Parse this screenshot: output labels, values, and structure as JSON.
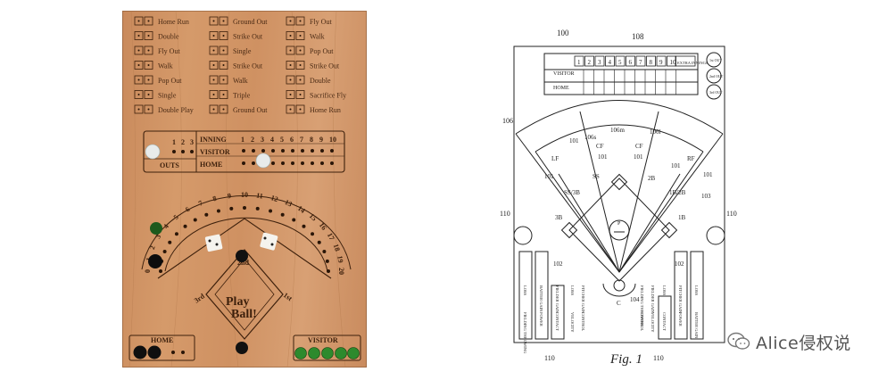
{
  "board": {
    "dice_col1": [
      "Home Run",
      "Double",
      "Fly Out",
      "Walk",
      "Pop Out",
      "Single",
      "Double Play"
    ],
    "dice_col2": [
      "Ground Out",
      "Strike Out",
      "Single",
      "Strike Out",
      "Walk",
      "Triple",
      "Ground Out"
    ],
    "dice_col3": [
      "Fly Out",
      "Walk",
      "Pop Out",
      "Strike Out",
      "Double",
      "Sacrifice Fly",
      "Home Run"
    ],
    "outs_numbers": [
      "1",
      "2",
      "3"
    ],
    "outs_label": "OUTS",
    "inning_label": "INNING",
    "visitor_label": "VISITOR",
    "home_label": "HOME",
    "inning_numbers": [
      "1",
      "2",
      "3",
      "4",
      "5",
      "6",
      "7",
      "8",
      "9",
      "10"
    ],
    "arc_numbers": [
      "0",
      "1",
      "2",
      "3",
      "4",
      "5",
      "6",
      "7",
      "8",
      "9",
      "10",
      "11",
      "12",
      "13",
      "14",
      "15",
      "16",
      "17",
      "18",
      "19",
      "20"
    ],
    "second_base": "2nd",
    "third_base": "3rd",
    "first_base": "1st",
    "play_ball": [
      "Play",
      "Ball!"
    ],
    "home_box": "HOME",
    "visitor_box": "VISITOR"
  },
  "patent": {
    "ref_100": "100",
    "ref_108": "108",
    "ref_106": "106",
    "ref_110": "110",
    "ref_106s": "106s",
    "ref_106m": "106m",
    "ref_106l": "106l",
    "ref_101": "101",
    "ref_102": "102",
    "ref_103": "103",
    "ref_104": "104",
    "innings": [
      "1",
      "2",
      "3",
      "4",
      "5",
      "6",
      "7",
      "8",
      "9",
      "10"
    ],
    "extra_innings": "EXTRA INNINGS",
    "visitor": "VISITOR",
    "home": "HOME",
    "outs": [
      "1st OUT",
      "2nd OUT",
      "3rd OUT"
    ],
    "fields": {
      "lf": "LF",
      "cf": "CF",
      "rf": "RF",
      "ss3b": "SS/3B",
      "ss": "SS",
      "b2": "2B",
      "b12b": "1B/2B",
      "b3": "3B",
      "b1": "1B",
      "p": "P",
      "c": "C"
    },
    "side_labels_left": [
      "LOSS",
      "BATTER GAIN",
      "FIELDER GAIN",
      "LOSS",
      "PITCHER GAIN",
      "FIELDING THROWING",
      "POWER",
      "CONTACT",
      "VELOCITY",
      "CONTROL"
    ],
    "side_labels_right": [
      "LOSS",
      "PITCHER GAIN",
      "LOSS",
      "FIELDER GAIN",
      "FIELDING THROWING",
      "BATTER GAIN",
      "POWER",
      "CONTACT",
      "VELOCITY",
      "CONTROL"
    ],
    "fig_label": "Fig. 1"
  },
  "watermark": {
    "text": "Alice侵权说",
    "icon": "wechat-icon"
  }
}
